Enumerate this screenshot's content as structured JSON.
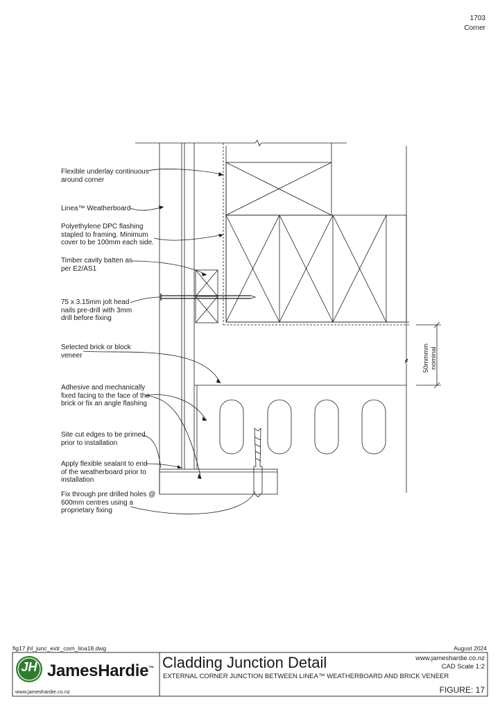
{
  "header": {
    "figure_code": "1703",
    "figure_category": "Corner"
  },
  "notes": [
    {
      "line1": "Flexible underlay continuous",
      "line2": "around corner",
      "line3": ""
    },
    {
      "line1": "Linea™ Weatherboard",
      "line2": "",
      "line3": ""
    },
    {
      "line1": "Polyethylene DPC flashing",
      "line2": "stapled to framing. Minimum",
      "line3": "cover to be 100mm each side."
    },
    {
      "line1": "Timber cavity batten as",
      "line2": "per E2/AS1",
      "line3": ""
    },
    {
      "line1": "75 x 3.15mm jolt head",
      "line2": "nails pre-drill with 3mm",
      "line3": "drill before fixing"
    },
    {
      "line1": "Selected brick or block",
      "line2": "veneer",
      "line3": ""
    },
    {
      "line1": "Adhesive and mechanically",
      "line2": "fixed facing to the face of the",
      "line3": "brick or fix an angle flashing"
    },
    {
      "line1": "Site cut edges to be primed",
      "line2": "prior to installation",
      "line3": ""
    },
    {
      "line1": "Apply flexible sealant to end",
      "line2": "of the weatherboard prior to",
      "line3": "installation"
    },
    {
      "line1": "Fix through pre drilled holes @",
      "line2": "600mm centres using a",
      "line3": "proprietary fixing"
    }
  ],
  "dimension": {
    "line1": "50mmmm",
    "line2": "nominal"
  },
  "title_block": {
    "filename": "fig17 jhl_junc_extr_corn_lina18.dwg",
    "date": "August 2024",
    "title": "Cladding Junction Detail",
    "subtitle": "EXTERNAL CORNER JUNCTION BETWEEN LINEA™ WEATHERBOARD AND BRICK VENEER",
    "website": "www.jameshardie.co.nz",
    "scale": "CAD Scale 1:2",
    "figure": "FIGURE: 17",
    "brand": "JamesHardie",
    "brand_tm": "™",
    "logo_letters": "JH",
    "footer_website": "www.jameshardie.co.nz"
  },
  "colors": {
    "line": "#1a1a1a",
    "logo_green": "#2f7d2f"
  }
}
